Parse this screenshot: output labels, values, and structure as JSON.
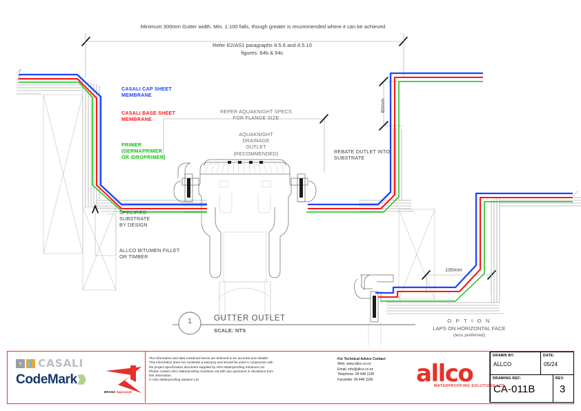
{
  "notes": {
    "top_line1": "Minimum 300mm Gutter width. Min. 1:100 falls, though greater is recommended where it can be achieved",
    "top_line2": "Refer E2/AS1 paragraphs 8.5.6  and 8.5.10",
    "top_line3": "figures. 64b & 64c"
  },
  "callouts": {
    "cap_sheet": "CASALI CAP SHEET\nMEMBRANE",
    "base_sheet": "CASALI BASE SHEET\nMEMBRANE",
    "primer": "PRIMER\n(DERMAPRIMER\nOR IDROPRIMER)",
    "flange": "REFER AQUAKNIGHT SPECS\nFOR FLANGE SIZE",
    "outlet": "AQUAKNIGHT\nDRAINAGE\nOUTLET\n(RECOMMENDED)",
    "rebate": "REBATE OUTLET INTO\nSUBSTRATE",
    "substrate": "SPECIFIED\nSUBSTRATE\nBY DESIGN",
    "fillet": "ALLCO BITUMEN FILLET\nOR TIMBER"
  },
  "dimensions": {
    "vertical": "80mm",
    "horizontal": "100mm"
  },
  "detail": {
    "number": "1",
    "title": "GUTTER OUTLET",
    "scale": "SCALE: NTS"
  },
  "option": {
    "line1": "O P T I O N",
    "line2": "LAPS ON HORIZONTAL FACE",
    "line3": "(less preferred)"
  },
  "footer": {
    "casali_brand": "CASALI",
    "codemark": "CodeMark",
    "codemark_chev": "》》",
    "branz_line_a": "BRANZ ",
    "branz_line_b": "Appraised",
    "disclaimer": "The information and data contained herein are believed to be accurate and reliable.\nThis information does not constitute a warranty and should be used in conjunction with\nthe project specification document supplied by Allco Waterproofing Solutions Ltd\nPlease contact Allco Waterproofing Solutions Ltd with any questions or deviations from\nthis information.\n© Allco Waterproofing Solution Ltd",
    "contact_heading": "For Technical Advice Contact",
    "contact_web": "Web:  www.allco.co.nz",
    "contact_email": "Email:  info@allco.co.nz",
    "contact_phone": "Telephone:  09 448 1195",
    "contact_fax": "Facsimile:  09 448 1196",
    "allco_word": "allco",
    "allco_sub": "WATERPROOFING SOLUTIONS LTD",
    "drawn_by_label": "DRAWN BY:",
    "drawn_by_value": "ALLCO",
    "date_label": "DATE:",
    "date_value": "05/24",
    "ref_label": "DRAWING REF:",
    "ref_value": "CA-011B",
    "rev_label": "REV:",
    "rev_value": "3"
  },
  "colors": {
    "cap_sheet": "#1a43ff",
    "base_sheet": "#ff1616",
    "primer": "#12c212",
    "border_red": "#ff2a2a",
    "line_grey": "#9a9a9a"
  }
}
